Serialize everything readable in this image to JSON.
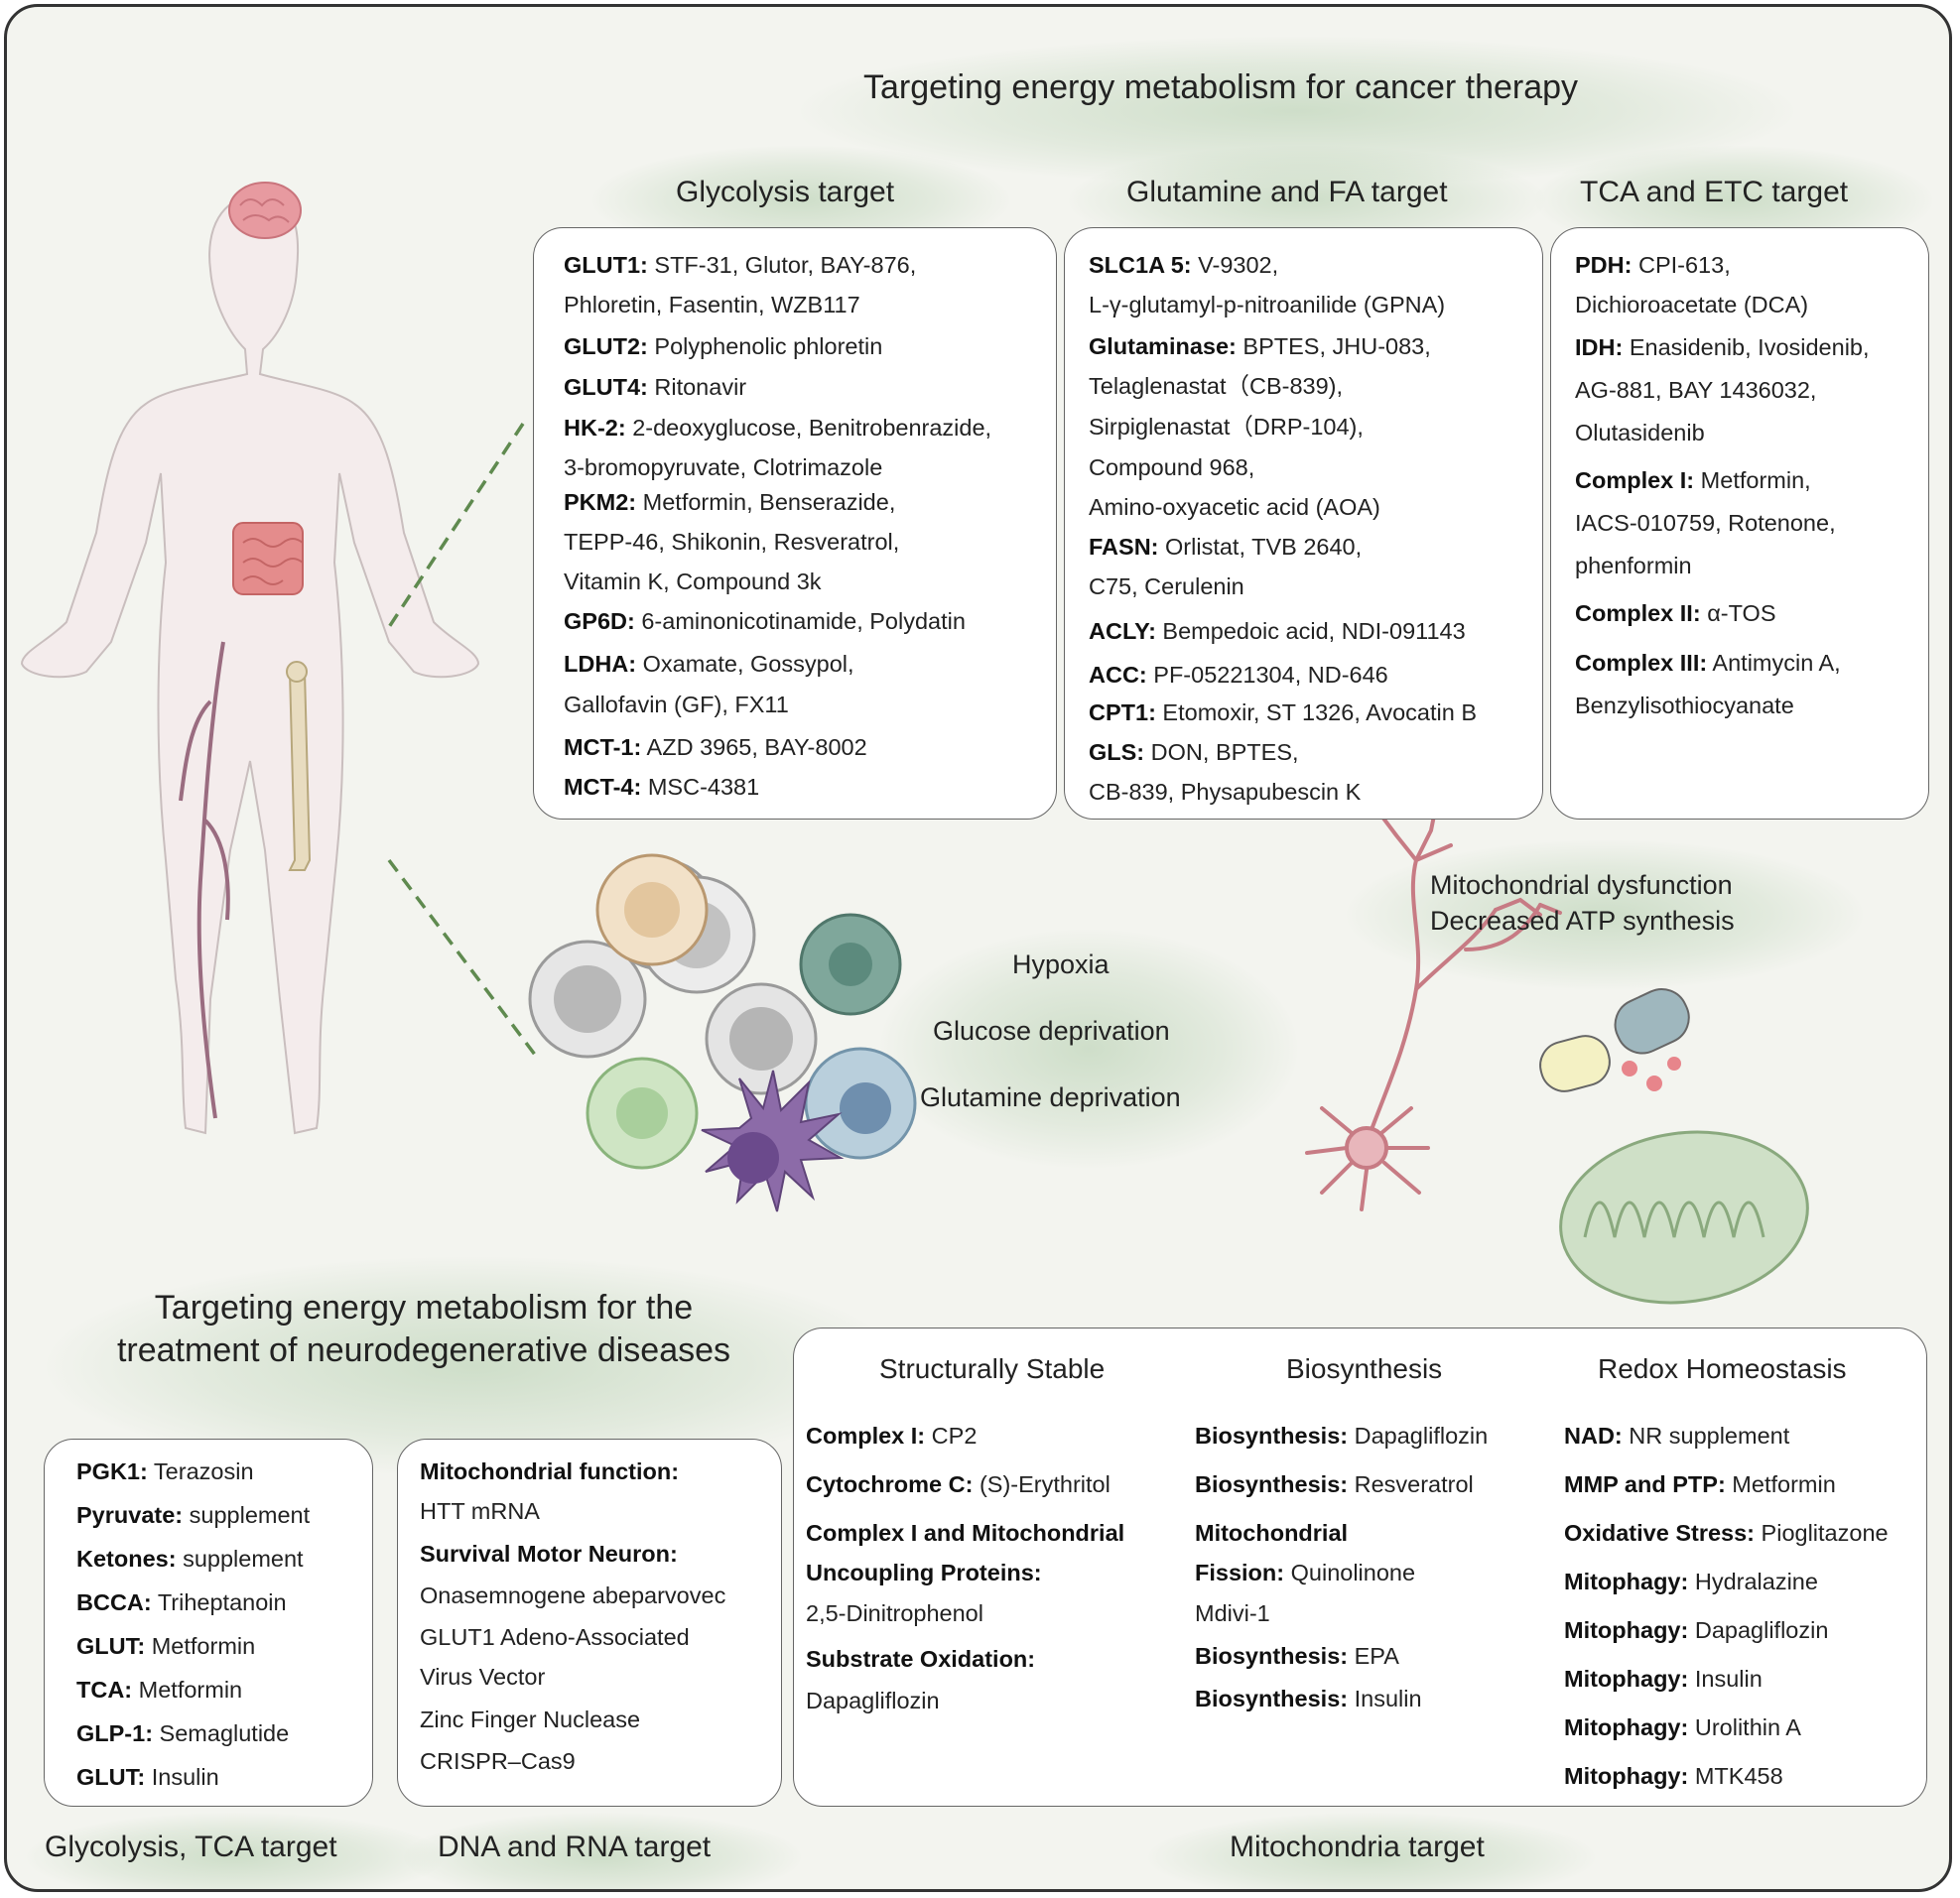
{
  "cancer_title": "Targeting energy metabolism for cancer therapy",
  "neuro_title_line1": "Targeting energy metabolism for the",
  "neuro_title_line2": "treatment of neurodegenerative diseases",
  "glycolysis": {
    "heading": "Glycolysis target",
    "lines": [
      {
        "label": "GLUT1:",
        "text": " STF-31, Glutor, BAY-876,"
      },
      {
        "label": "",
        "text": "Phloretin, Fasentin, WZB117"
      },
      {
        "label": "GLUT2:",
        "text": " Polyphenolic phloretin"
      },
      {
        "label": "GLUT4:",
        "text": " Ritonavir"
      },
      {
        "label": "HK-2:",
        "text": " 2-deoxyglucose, Benitrobenrazide,"
      },
      {
        "label": "",
        "text": "3-bromopyruvate, Clotrimazole"
      },
      {
        "label": "PKM2:",
        "text": " Metformin, Benserazide,"
      },
      {
        "label": "",
        "text": "TEPP-46, Shikonin, Resveratrol,"
      },
      {
        "label": "",
        "text": "Vitamin K, Compound 3k"
      },
      {
        "label": "GP6D:",
        "text": " 6-aminonicotinamide, Polydatin"
      },
      {
        "label": "LDHA:",
        "text": " Oxamate, Gossypol,"
      },
      {
        "label": "",
        "text": "Gallofavin (GF), FX11"
      },
      {
        "label": "MCT-1:",
        "text": " AZD 3965, BAY-8002"
      },
      {
        "label": "MCT-4:",
        "text": " MSC-4381"
      }
    ]
  },
  "glutamine": {
    "heading": "Glutamine and FA target",
    "lines": [
      {
        "label": "SLC1A 5:",
        "text": " V-9302,"
      },
      {
        "label": "",
        "text": "L-γ-glutamyl-p-nitroanilide (GPNA)"
      },
      {
        "label": "Glutaminase:",
        "text": " BPTES, JHU-083,"
      },
      {
        "label": "",
        "text": "Telaglenastat（CB-839),"
      },
      {
        "label": "",
        "text": "Sirpiglenastat（DRP-104),"
      },
      {
        "label": "",
        "text": "Compound 968,"
      },
      {
        "label": "",
        "text": "Amino-oxyacetic acid (AOA)"
      },
      {
        "label": "FASN:",
        "text": " Orlistat, TVB 2640,"
      },
      {
        "label": "",
        "text": "C75, Cerulenin"
      },
      {
        "label": "ACLY:",
        "text": " Bempedoic acid, NDI-091143"
      },
      {
        "label": "ACC:",
        "text": " PF-05221304, ND-646"
      },
      {
        "label": "CPT1:",
        "text": " Etomoxir, ST 1326, Avocatin B"
      },
      {
        "label": "GLS:",
        "text": " DON, BPTES,"
      },
      {
        "label": "",
        "text": "CB-839, Physapubescin K"
      }
    ]
  },
  "tca": {
    "heading": "TCA and ETC target",
    "lines": [
      {
        "label": "PDH:",
        "text": " CPI-613,"
      },
      {
        "label": "",
        "text": "Dichioroacetate (DCA)"
      },
      {
        "label": "IDH:",
        "text": " Enasidenib, Ivosidenib,"
      },
      {
        "label": "",
        "text": "AG-881, BAY 1436032,"
      },
      {
        "label": "",
        "text": "Olutasidenib"
      },
      {
        "label": "Complex I:",
        "text": " Metformin,"
      },
      {
        "label": "",
        "text": "IACS-010759, Rotenone,"
      },
      {
        "label": "",
        "text": "phenformin"
      },
      {
        "label": "Complex II:",
        "text": " α-TOS"
      },
      {
        "label": "Complex III:",
        "text": " Antimycin A,"
      },
      {
        "label": "",
        "text": "Benzylisothiocyanate"
      }
    ]
  },
  "microenv": {
    "hypoxia": "Hypoxia",
    "glucose": "Glucose deprivation",
    "glutamine": "Glutamine deprivation"
  },
  "mito_dysfunction": {
    "line1": "Mitochondrial dysfunction",
    "line2": "Decreased ATP synthesis"
  },
  "glyco_tca_neuro": {
    "heading": "Glycolysis, TCA target",
    "lines": [
      {
        "label": "PGK1:",
        "text": " Terazosin"
      },
      {
        "label": "Pyruvate:",
        "text": " supplement"
      },
      {
        "label": "Ketones:",
        "text": " supplement"
      },
      {
        "label": "BCCA:",
        "text": " Triheptanoin"
      },
      {
        "label": "GLUT:",
        "text": " Metformin"
      },
      {
        "label": "TCA:",
        "text": " Metformin"
      },
      {
        "label": "GLP-1:",
        "text": " Semaglutide"
      },
      {
        "label": "GLUT:",
        "text": " Insulin"
      }
    ]
  },
  "dna_rna": {
    "heading": "DNA and RNA target",
    "lines": [
      {
        "label": "Mitochondrial function:",
        "text": ""
      },
      {
        "label": "",
        "text": "HTT mRNA"
      },
      {
        "label": "Survival Motor Neuron:",
        "text": ""
      },
      {
        "label": "",
        "text": "Onasemnogene abeparvovec"
      },
      {
        "label": "",
        "text": "GLUT1 Adeno-Associated"
      },
      {
        "label": "",
        "text": "Virus Vector"
      },
      {
        "label": "",
        "text": "Zinc Finger Nuclease"
      },
      {
        "label": "",
        "text": "CRISPR–Cas9"
      }
    ]
  },
  "mito_target": {
    "heading": "Mitochondria target",
    "col1_head": "Structurally Stable",
    "col2_head": "Biosynthesis",
    "col3_head": "Redox Homeostasis",
    "col1": [
      {
        "label": "Complex I:",
        "text": " CP2"
      },
      {
        "label": "Cytochrome C:",
        "text": " (S)-Erythritol"
      },
      {
        "label": "Complex I and Mitochondrial",
        "text": ""
      },
      {
        "label": "Uncoupling Proteins:",
        "text": ""
      },
      {
        "label": "",
        "text": "2,5-Dinitrophenol"
      },
      {
        "label": "Substrate Oxidation:",
        "text": ""
      },
      {
        "label": "",
        "text": "Dapagliflozin"
      }
    ],
    "col2": [
      {
        "label": "Biosynthesis:",
        "text": " Dapagliflozin"
      },
      {
        "label": "Biosynthesis:",
        "text": " Resveratrol"
      },
      {
        "label": "Mitochondrial",
        "text": ""
      },
      {
        "label": "Fission:",
        "text": " Quinolinone"
      },
      {
        "label": "",
        "text": "Mdivi-1"
      },
      {
        "label": "Biosynthesis:",
        "text": " EPA"
      },
      {
        "label": "Biosynthesis:",
        "text": " Insulin"
      }
    ],
    "col3": [
      {
        "label": "NAD:",
        "text": " NR supplement"
      },
      {
        "label": "MMP and PTP:",
        "text": " Metformin"
      },
      {
        "label": "Oxidative Stress:",
        "text": " Pioglitazone"
      },
      {
        "label": "Mitophagy:",
        "text": " Hydralazine"
      },
      {
        "label": "Mitophagy:",
        "text": " Dapagliflozin"
      },
      {
        "label": "Mitophagy:",
        "text": " Insulin"
      },
      {
        "label": "Mitophagy:",
        "text": " Urolithin A"
      },
      {
        "label": "Mitophagy:",
        "text": " MTK458"
      }
    ]
  },
  "colors": {
    "background": "#f3f4ef",
    "glow": "#b0ccaa",
    "dash": "#5f8a4f",
    "body": "#f4ecec"
  },
  "icons": [
    "human-body-illustration",
    "cancer-cell-cluster-illustration",
    "neuron-illustration",
    "capsule-icon",
    "mitochondrion-illustration"
  ]
}
